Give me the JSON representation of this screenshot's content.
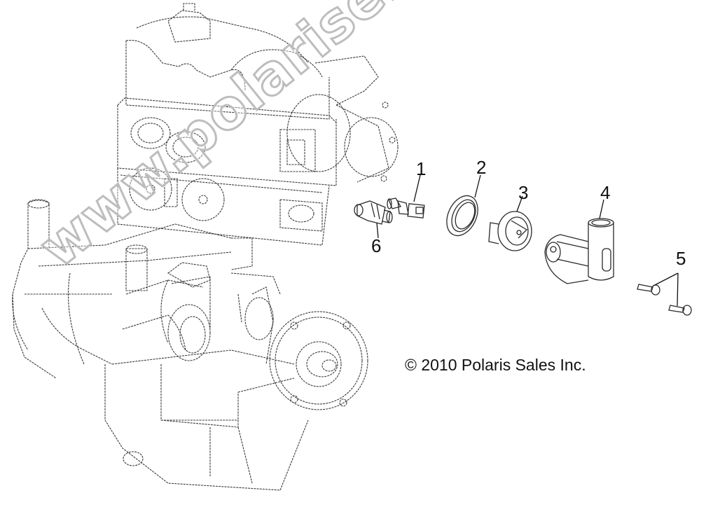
{
  "diagram": {
    "type": "exploded-parts-view",
    "subject": "engine with thermostat housing assembly",
    "callouts": [
      {
        "id": "1",
        "label": "1",
        "part": "temperature sensor"
      },
      {
        "id": "2",
        "label": "2",
        "part": "o-ring / seal"
      },
      {
        "id": "3",
        "label": "3",
        "part": "thermostat"
      },
      {
        "id": "4",
        "label": "4",
        "part": "thermostat housing"
      },
      {
        "id": "5",
        "label": "5",
        "part": "flange bolts (x2)"
      },
      {
        "id": "6",
        "label": "6",
        "part": "hose fitting"
      }
    ],
    "copyright": "© 2010 Polaris Sales Inc.",
    "watermark": "www.polarisersatzteile.de"
  },
  "colors": {
    "background": "#ffffff",
    "linework": "#333333",
    "watermark_stroke": "#bdbdbd"
  }
}
